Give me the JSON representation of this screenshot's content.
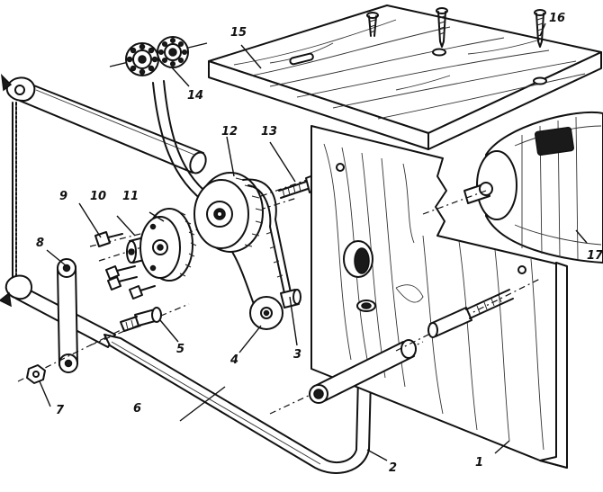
{
  "callouts": [
    {
      "id": "p1",
      "text": "1"
    },
    {
      "id": "p2",
      "text": "2"
    },
    {
      "id": "p3",
      "text": "3"
    },
    {
      "id": "p4",
      "text": "4"
    },
    {
      "id": "p5",
      "text": "5"
    },
    {
      "id": "p6",
      "text": "6"
    },
    {
      "id": "p7",
      "text": "7"
    },
    {
      "id": "p8",
      "text": "8"
    },
    {
      "id": "p9",
      "text": "9"
    },
    {
      "id": "p10",
      "text": "10"
    },
    {
      "id": "p11",
      "text": "11"
    },
    {
      "id": "p12",
      "text": "12"
    },
    {
      "id": "p13",
      "text": "13"
    },
    {
      "id": "p14",
      "text": "14"
    },
    {
      "id": "p15",
      "text": "15"
    },
    {
      "id": "p16",
      "text": "16"
    },
    {
      "id": "p17",
      "text": "17"
    }
  ]
}
